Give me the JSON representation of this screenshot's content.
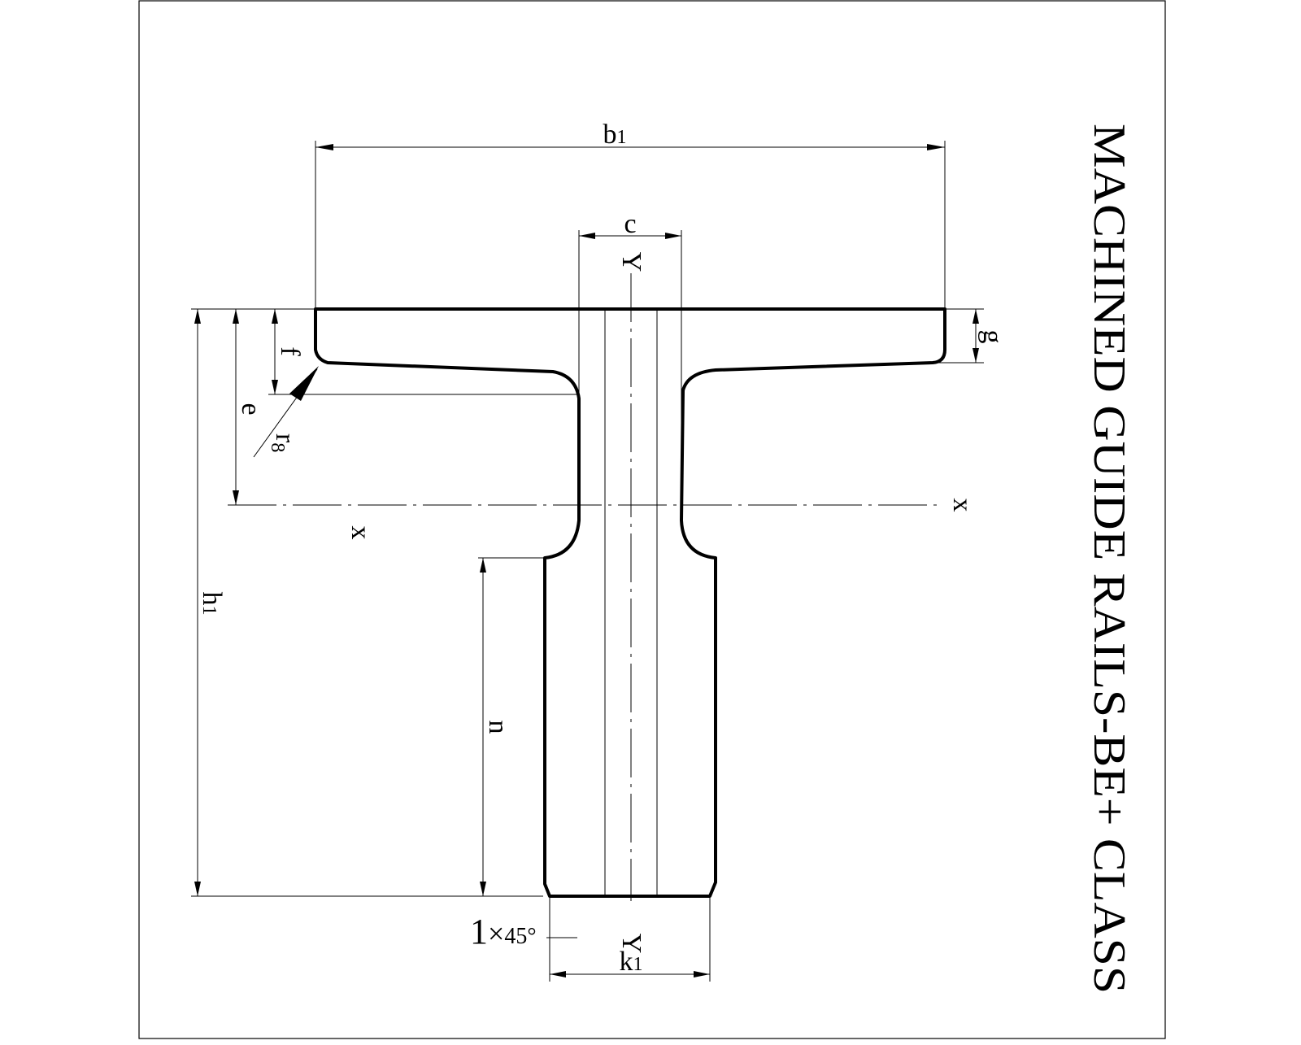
{
  "title": "MACHINED GUIDE RAILS-BE+ CLASS",
  "labels": {
    "b": "b",
    "b_sub": "1",
    "c": "c",
    "y_top": "Y",
    "y_bottom": "Y",
    "g": "g",
    "f": "f",
    "e": "e",
    "r": "r",
    "r_sub": "8",
    "x_left": "x",
    "x_right": "x",
    "h": "h",
    "h_sub": "1",
    "n": "n",
    "chamfer_1": "1",
    "chamfer_x": "×",
    "chamfer_45": "45°",
    "k": "k",
    "k_sub": "1"
  }
}
